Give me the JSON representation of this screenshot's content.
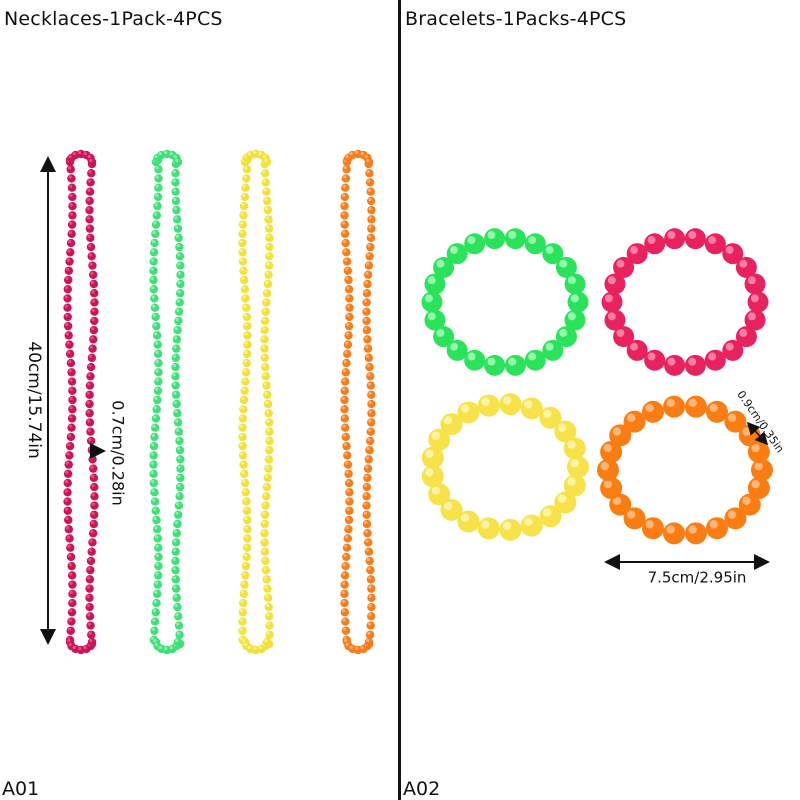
{
  "left_panel": {
    "title": "Necklaces-1Pack-4PCS",
    "code": "A01",
    "length_label": "40cm/15.74in",
    "bead_label": "0.7cm/0.28in",
    "necklaces": [
      {
        "color": "#cc1558",
        "highlight": "#f0608e"
      },
      {
        "color": "#3fe078",
        "highlight": "#a6f7c2"
      },
      {
        "color": "#f2e13a",
        "highlight": "#fcf5a8"
      },
      {
        "color": "#f77d1c",
        "highlight": "#ffc08a"
      }
    ]
  },
  "right_panel": {
    "title": "Bracelets-1Packs-4PCS",
    "code": "A02",
    "bead_label": "0.9cm/0.35in",
    "width_label": "7.5cm/2.95in",
    "bracelets": [
      {
        "color": "#2be35a",
        "highlight": "#b9ffc9"
      },
      {
        "color": "#e8215f",
        "highlight": "#ff9dbb"
      },
      {
        "color": "#f7e24a",
        "highlight": "#fffbc4"
      },
      {
        "color": "#f97d12",
        "highlight": "#ffc99a"
      }
    ]
  }
}
